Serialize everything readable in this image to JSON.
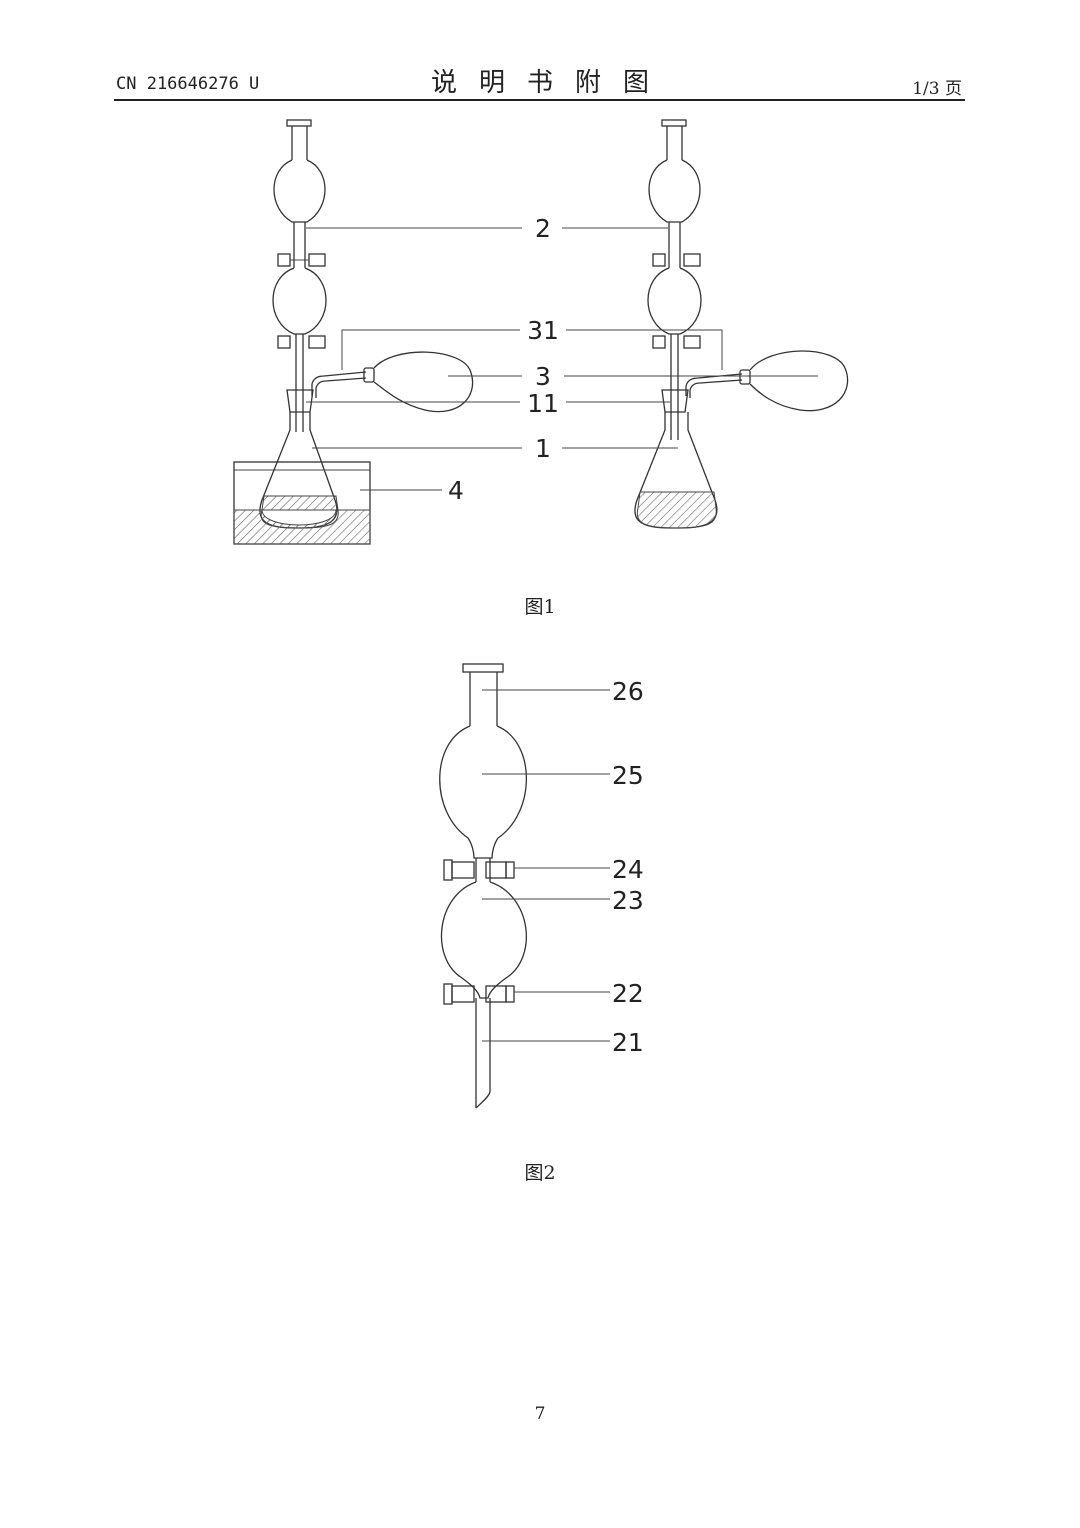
{
  "header": {
    "doc_number": "CN 216646276 U",
    "title": "说明书附图",
    "page_indicator": "1/3 页"
  },
  "figure1": {
    "caption": "图1",
    "labels": [
      "2",
      "31",
      "3",
      "11",
      "1",
      "4"
    ]
  },
  "figure2": {
    "caption": "图2",
    "labels": [
      "26",
      "25",
      "24",
      "23",
      "22",
      "21"
    ]
  },
  "footer": {
    "page_number": "7"
  }
}
